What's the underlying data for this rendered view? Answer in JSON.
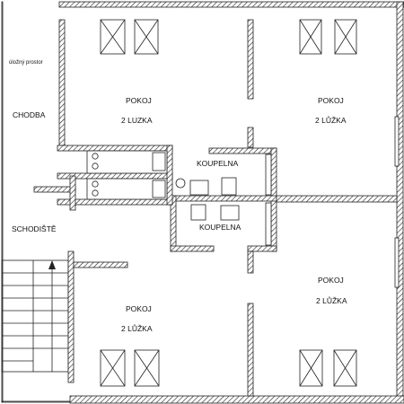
{
  "plan": {
    "labels": {
      "storage": "úložný prostor",
      "corridor": "CHODBA",
      "staircase": "SCHODIŠTĚ",
      "room_nw": "POKOJ",
      "room_nw_beds": "2 LUZKA",
      "room_ne": "POKOJ",
      "room_ne_beds": "2 LŮŽKA",
      "room_sw": "POKOJ",
      "room_sw_beds": "2 LŮŽKA",
      "room_se": "POKOJ",
      "room_se_beds": "2 LŮŽKA",
      "bath_upper": "KOUPELNA",
      "bath_lower": "KOUPELNA"
    },
    "colors": {
      "line": "#222222",
      "background": "#ffffff"
    }
  }
}
